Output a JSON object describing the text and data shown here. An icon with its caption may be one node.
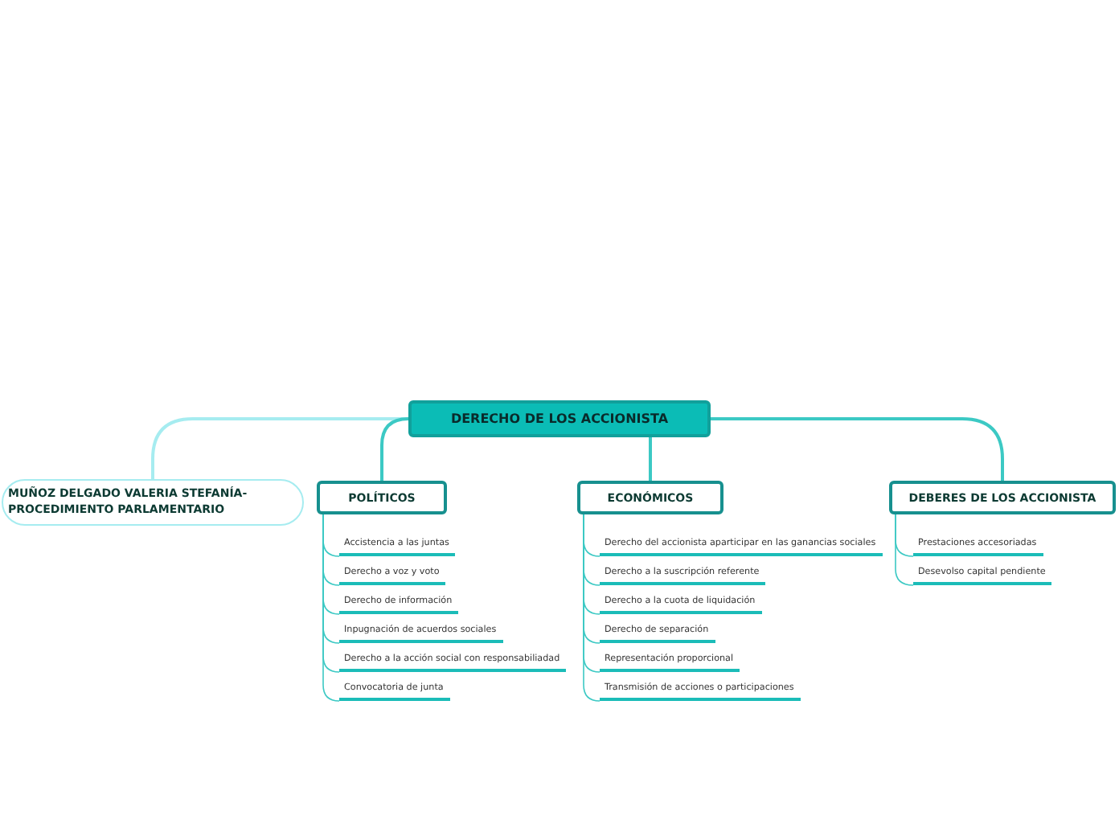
{
  "diagram": {
    "nodes": [
      {
        "text": [
          "DERECHO DE LOS ACCIONISTA"
        ]
      },
      {
        "text": [
          "MUÑOZ DELGADO VALERIA STEFANÍA- PROCEDIMIENTO PARLAMENTARIO"
        ]
      },
      {
        "text": [
          "POLÍTICOS"
        ]
      },
      {
        "text": [
          "ECONÓMICOS"
        ]
      },
      {
        "text": [
          "DEBERES DE LOS ACCIONISTA"
        ]
      },
      {
        "text": [
          "Accistencia a las juntas"
        ]
      },
      {
        "text": [
          "Derecho a voz y voto"
        ]
      },
      {
        "text": [
          "Derecho de información"
        ]
      },
      {
        "text": [
          "Inpugnación de acuerdos sociales"
        ]
      },
      {
        "text": [
          "Derecho a la acción social con responsabiliadad"
        ]
      },
      {
        "text": [
          "Convocatoria de junta"
        ]
      },
      {
        "text": [
          "Derecho del accionista aparticipar en las ganancias sociales"
        ]
      },
      {
        "text": [
          "Derecho a la suscripción referente"
        ]
      },
      {
        "text": [
          "Derecho a la cuota de liquidación"
        ]
      },
      {
        "text": [
          "Derecho de separación"
        ]
      },
      {
        "text": [
          "Representación proporcional"
        ]
      },
      {
        "text": [
          "Transmisión de acciones o participaciones"
        ]
      },
      {
        "text": [
          "Prestaciones accesoriadas"
        ]
      },
      {
        "text": [
          "Desevolso capital pendiente"
        ]
      }
    ],
    "edges": [
      {
        "from": 0,
        "to": 1,
        "arrow": "none",
        "color": "#a6ecf0"
      },
      {
        "from": 0,
        "to": 2,
        "arrow": "none"
      },
      {
        "from": 0,
        "to": 3,
        "arrow": "none"
      },
      {
        "from": 0,
        "to": 4,
        "arrow": "none"
      },
      {
        "from": 2,
        "to": 5,
        "arrow": "none"
      },
      {
        "from": 2,
        "to": 6,
        "arrow": "none"
      },
      {
        "from": 2,
        "to": 7,
        "arrow": "none"
      },
      {
        "from": 2,
        "to": 8,
        "arrow": "none"
      },
      {
        "from": 2,
        "to": 9,
        "arrow": "none"
      },
      {
        "from": 2,
        "to": 10,
        "arrow": "none"
      },
      {
        "from": 3,
        "to": 11,
        "arrow": "none"
      },
      {
        "from": 3,
        "to": 12,
        "arrow": "none"
      },
      {
        "from": 3,
        "to": 13,
        "arrow": "none"
      },
      {
        "from": 3,
        "to": 14,
        "arrow": "none"
      },
      {
        "from": 3,
        "to": 15,
        "arrow": "none"
      },
      {
        "from": 3,
        "to": 16,
        "arrow": "none"
      },
      {
        "from": 4,
        "to": 17,
        "arrow": "none"
      },
      {
        "from": 4,
        "to": 18,
        "arrow": "none"
      }
    ]
  }
}
